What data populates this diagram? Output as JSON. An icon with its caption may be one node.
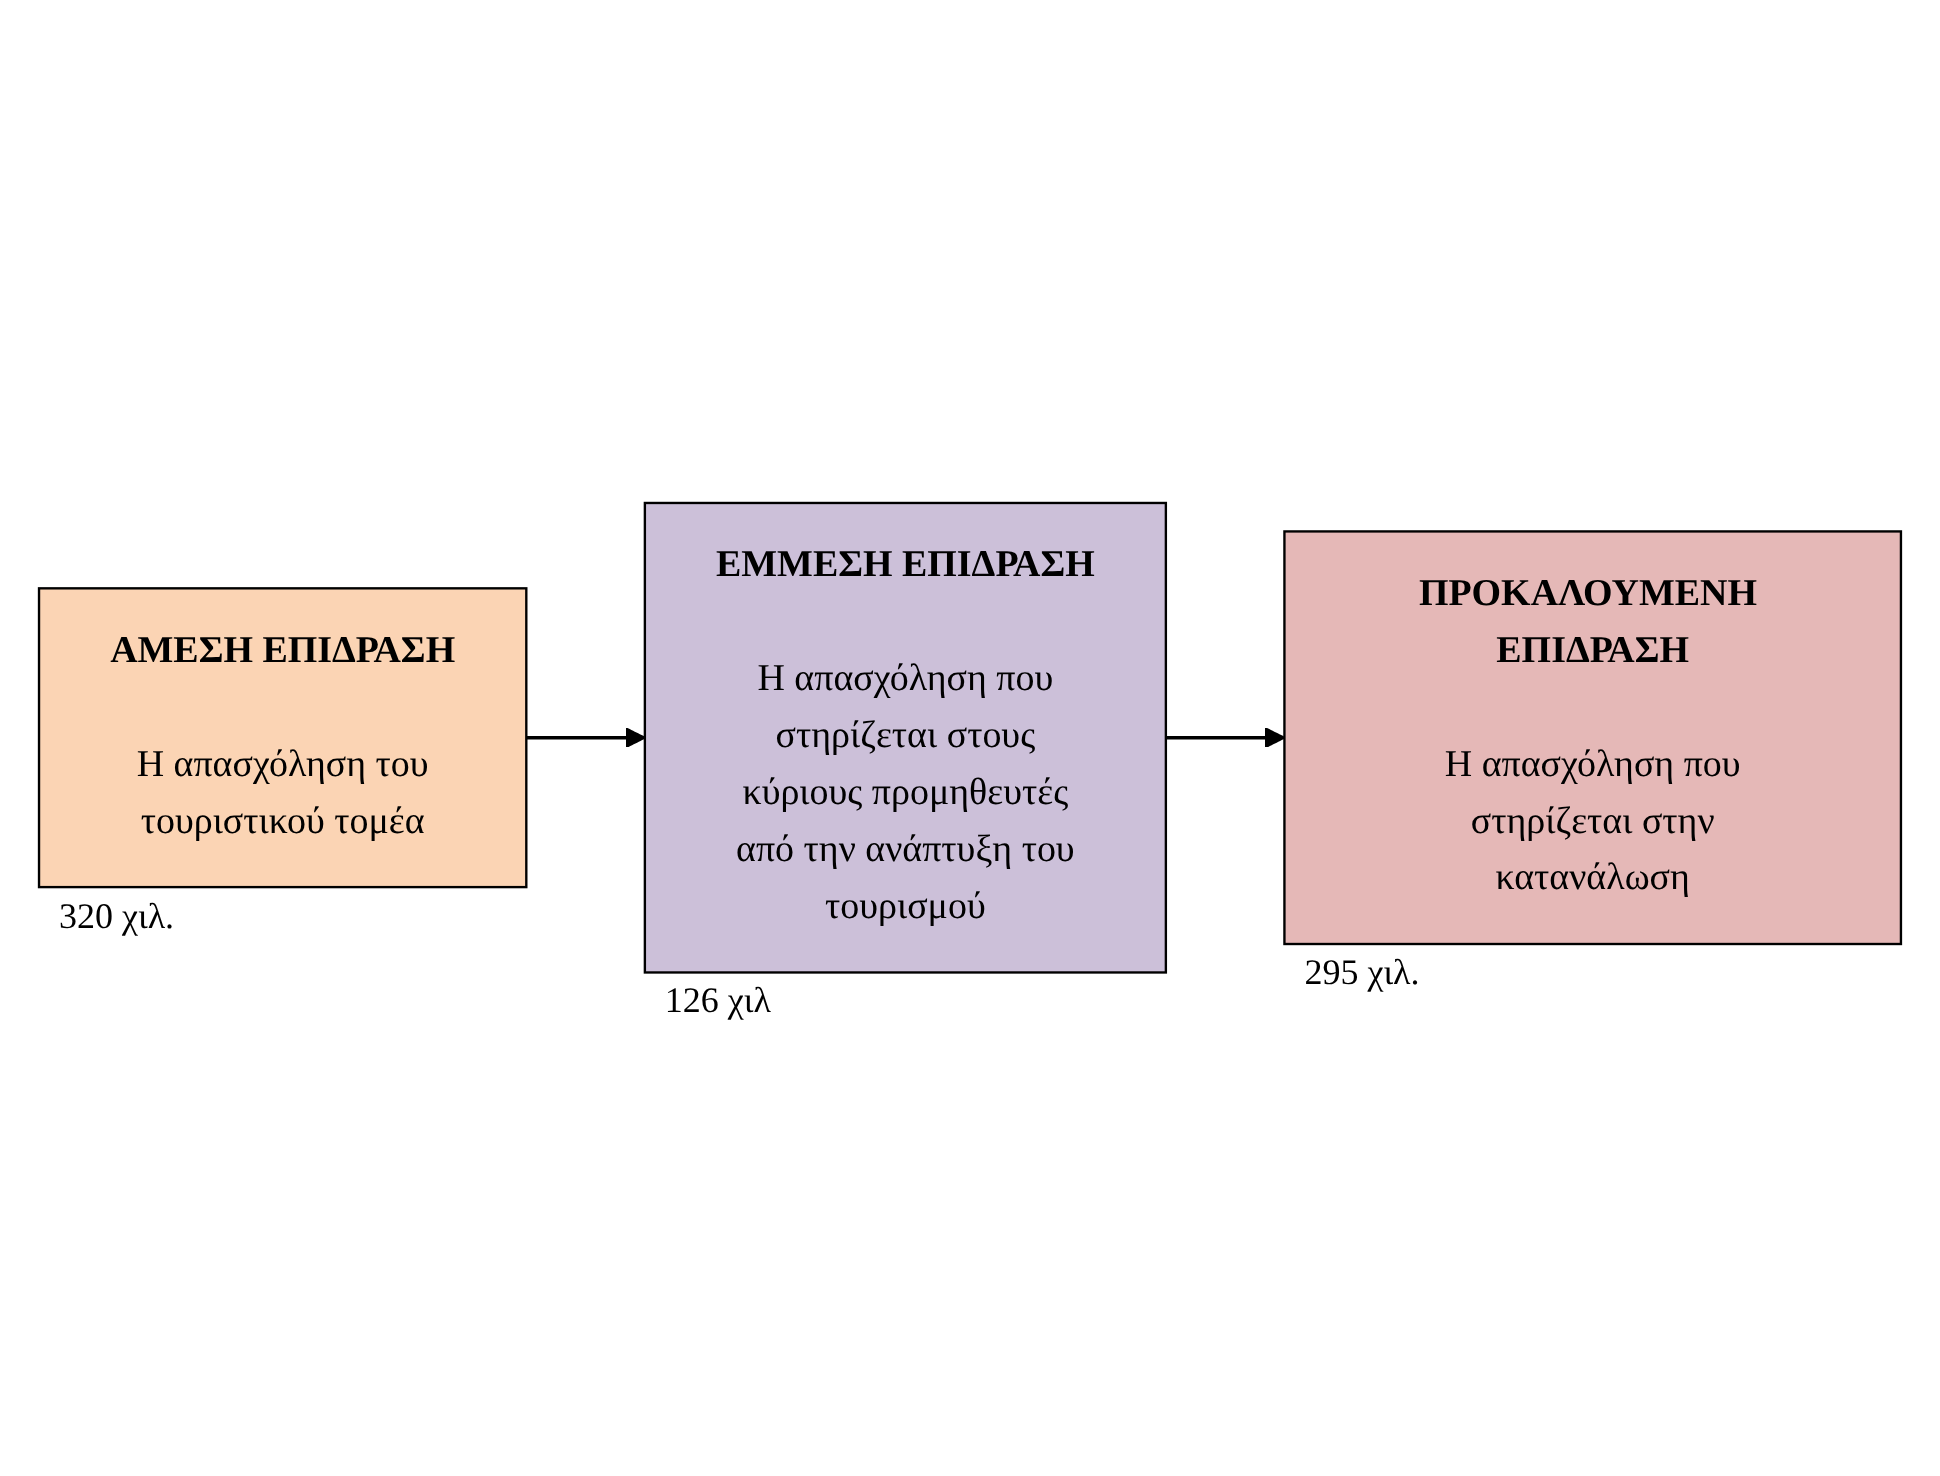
{
  "diagram": {
    "nodes": [
      {
        "text": [
          "ΑΜΕΣΗ ΕΠΙΔΡΑΣΗ",
          "Η απασχόληση του τουριστικού τομέα"
        ],
        "beside": [
          "320 χιλ."
        ]
      },
      {
        "text": [
          "ΕΜΜΕΣΗ ΕΠΙΔΡΑΣΗ",
          "Η απασχόληση που στηρίζεται στους κύριους προμηθευτές από την ανάπτυξη του τουρισμού"
        ],
        "beside": [
          "126 χιλ"
        ]
      },
      {
        "text": [
          "ΠΡΟΚΑΛΟΥΜΕΝΗ ΕΠΙΔΡΑΣΗ",
          "Η απασχόληση που στηρίζεται στην κατανάλωση"
        ],
        "beside": [
          "295 χιλ."
        ]
      }
    ],
    "edges": [
      {
        "from": 0,
        "to": 1,
        "arrow": "to"
      },
      {
        "from": 1,
        "to": 2,
        "arrow": "to"
      }
    ]
  }
}
